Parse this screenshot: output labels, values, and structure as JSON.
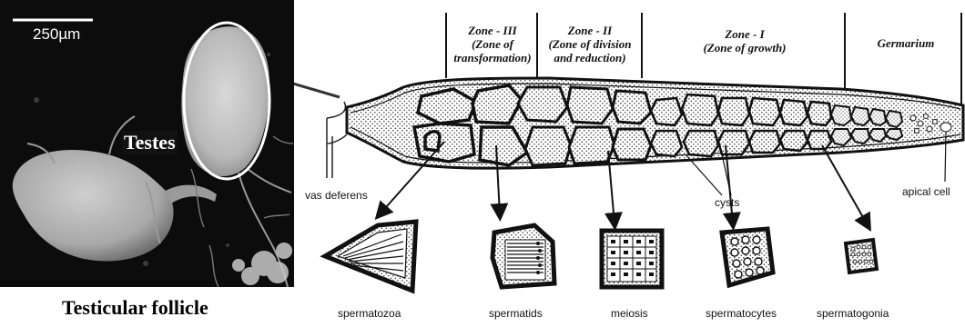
{
  "photo": {
    "scale_bar_label": "250µm",
    "organ_label": "Testes",
    "caption": "Testicular follicle"
  },
  "zones": [
    {
      "title": "Zone - III",
      "subtitle": "(Zone of transformation)"
    },
    {
      "title": "Zone - II",
      "subtitle": "(Zone of division and reduction)"
    },
    {
      "title": "Zone - I",
      "subtitle": "(Zone of growth)"
    },
    {
      "title": "Germarium",
      "subtitle": ""
    }
  ],
  "labels": {
    "vas_deferens": "vas deferens",
    "cysts": "cysts",
    "apical_cell": "apical cell"
  },
  "stages": [
    "spermatozoa",
    "spermatids",
    "meiosis",
    "spermatocytes",
    "spermatogonia"
  ]
}
